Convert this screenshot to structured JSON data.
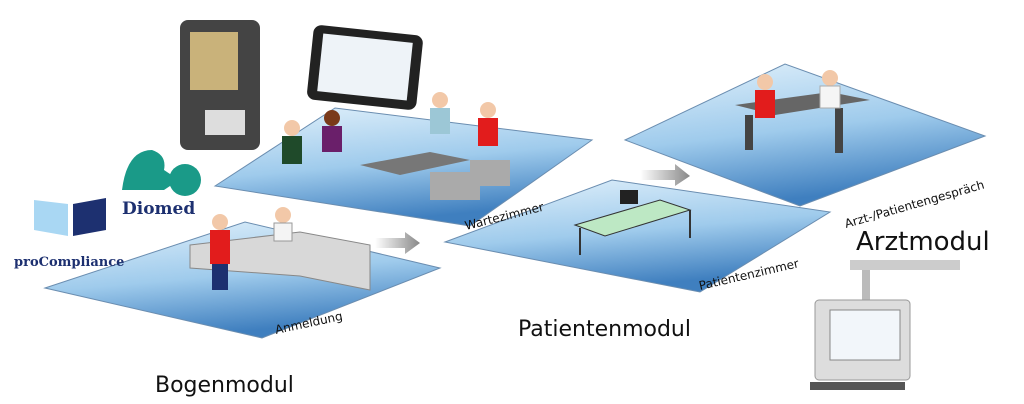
{
  "logos": {
    "diomed": "Diomed",
    "procompliance": "proCompliance"
  },
  "rooms": {
    "anmeldung": "Anmeldung",
    "wartezimmer": "Wartezimmer",
    "patientenzimmer": "Patientenzimmer",
    "arzt_gespraech": "Arzt-/Patientengespräch"
  },
  "modules": {
    "bogen": "Bogenmodul",
    "patienten": "Patientenmodul",
    "arzt": "Arztmodul"
  },
  "colors": {
    "platform_light": "#c9e4f6",
    "platform_dark": "#3f7fbf",
    "logo_blue": "#1d3070",
    "logo_teal": "#1a9a88",
    "shirt_red": "#e21c1c"
  }
}
